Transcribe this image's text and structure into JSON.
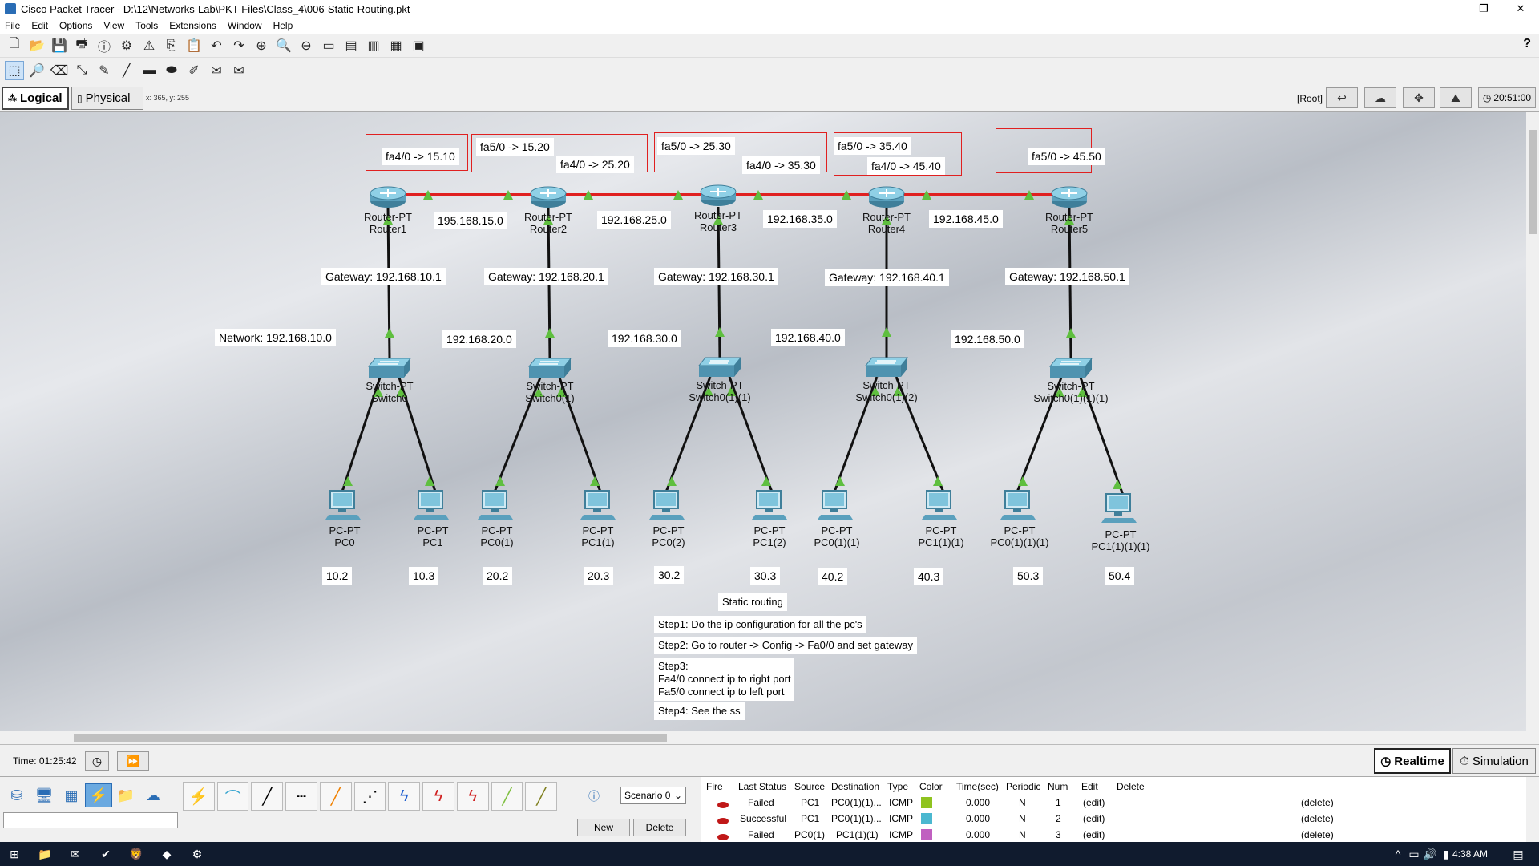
{
  "window": {
    "title": "Cisco Packet Tracer - D:\\12\\Networks-Lab\\PKT-Files\\Class_4\\006-Static-Routing.pkt",
    "minimize": "—",
    "restore": "❐",
    "close": "✕"
  },
  "menu": [
    "File",
    "Edit",
    "Options",
    "View",
    "Tools",
    "Extensions",
    "Window",
    "Help"
  ],
  "modebar": {
    "logical": "Logical",
    "physical": "Physical",
    "coords": "x: 365, y: 255",
    "root": "[Root]",
    "clock": "20:51:00"
  },
  "routers": [
    {
      "type": "Router-PT",
      "name": "Router1"
    },
    {
      "type": "Router-PT",
      "name": "Router2"
    },
    {
      "type": "Router-PT",
      "name": "Router3"
    },
    {
      "type": "Router-PT",
      "name": "Router4"
    },
    {
      "type": "Router-PT",
      "name": "Router5"
    }
  ],
  "switches": [
    {
      "type": "Switch-PT",
      "name": "Switch0"
    },
    {
      "type": "Switch-PT",
      "name": "Switch0(1)"
    },
    {
      "type": "Switch-PT",
      "name": "Switch0(1)(1)"
    },
    {
      "type": "Switch-PT",
      "name": "Switch0(1)(2)"
    },
    {
      "type": "Switch-PT",
      "name": "Switch0(1)(1)(1)"
    }
  ],
  "pcs": [
    {
      "type": "PC-PT",
      "name": "PC0",
      "ip": "10.2"
    },
    {
      "type": "PC-PT",
      "name": "PC1",
      "ip": "10.3"
    },
    {
      "type": "PC-PT",
      "name": "PC0(1)",
      "ip": "20.2"
    },
    {
      "type": "PC-PT",
      "name": "PC1(1)",
      "ip": "20.3"
    },
    {
      "type": "PC-PT",
      "name": "PC0(2)",
      "ip": "30.2"
    },
    {
      "type": "PC-PT",
      "name": "PC1(2)",
      "ip": "30.3"
    },
    {
      "type": "PC-PT",
      "name": "PC0(1)(1)",
      "ip": "40.2"
    },
    {
      "type": "PC-PT",
      "name": "PC1(1)(1)",
      "ip": "40.3"
    },
    {
      "type": "PC-PT",
      "name": "PC0(1)(1)(1)",
      "ip": "50.3"
    },
    {
      "type": "PC-PT",
      "name": "PC1(1)(1)(1)",
      "ip": "50.4"
    }
  ],
  "port_labels": [
    "fa4/0 -> 15.10",
    "fa5/0 -> 15.20",
    "fa4/0 -> 25.20",
    "fa5/0 -> 25.30",
    "fa4/0 -> 35.30",
    "fa5/0 -> 35.40",
    "fa4/0 -> 45.40",
    "fa5/0 -> 45.50"
  ],
  "link_networks": [
    "195.168.15.0",
    "192.168.25.0",
    "192.168.35.0",
    "192.168.45.0"
  ],
  "gateways": [
    "Gateway: 192.168.10.1",
    "Gateway: 192.168.20.1",
    "Gateway: 192.168.30.1",
    "Gateway: 192.168.40.1",
    "Gateway: 192.168.50.1"
  ],
  "lan_networks": [
    "Network: 192.168.10.0",
    "192.168.20.0",
    "192.168.30.0",
    "192.168.40.0",
    "192.168.50.0"
  ],
  "notes": {
    "title": "Static routing",
    "step1": "Step1: Do the ip configuration for all the pc's",
    "step2": "Step2: Go to router -> Config -> Fa0/0 and set gateway",
    "step3_a": "Step3:",
    "step3_b": "Fa4/0 connect ip to right port",
    "step3_c": "Fa5/0 connect ip to left port",
    "step4": "Step4: See the ss"
  },
  "timebar": {
    "time": "Time: 01:25:42",
    "realtime": "Realtime",
    "simulation": "Simulation"
  },
  "scenario": {
    "selected": "Scenario 0",
    "new": "New",
    "delete": "Delete"
  },
  "pdu_headers": [
    "Fire",
    "Last Status",
    "Source",
    "Destination",
    "Type",
    "Color",
    "Time(sec)",
    "Periodic",
    "Num",
    "Edit",
    "Delete"
  ],
  "pdu_rows": [
    {
      "status": "Failed",
      "source": "PC1",
      "dest": "PC0(1)(1)...",
      "type": "ICMP",
      "color": "#8fc31f",
      "time": "0.000",
      "periodic": "N",
      "num": "1",
      "edit": "(edit)",
      "delete": "(delete)"
    },
    {
      "status": "Successful",
      "source": "PC1",
      "dest": "PC0(1)(1)...",
      "type": "ICMP",
      "color": "#4bb8d0",
      "time": "0.000",
      "periodic": "N",
      "num": "2",
      "edit": "(edit)",
      "delete": "(delete)"
    },
    {
      "status": "Failed",
      "source": "PC0(1)",
      "dest": "PC1(1)(1)",
      "type": "ICMP",
      "color": "#c060c0",
      "time": "0.000",
      "periodic": "N",
      "num": "3",
      "edit": "(edit)",
      "delete": "(delete)"
    }
  ],
  "taskbar": {
    "time": "4:38 AM"
  },
  "colors": {
    "serial_link": "#e02020",
    "link_up": "#5fbf3f",
    "label_border": "#e02020"
  }
}
